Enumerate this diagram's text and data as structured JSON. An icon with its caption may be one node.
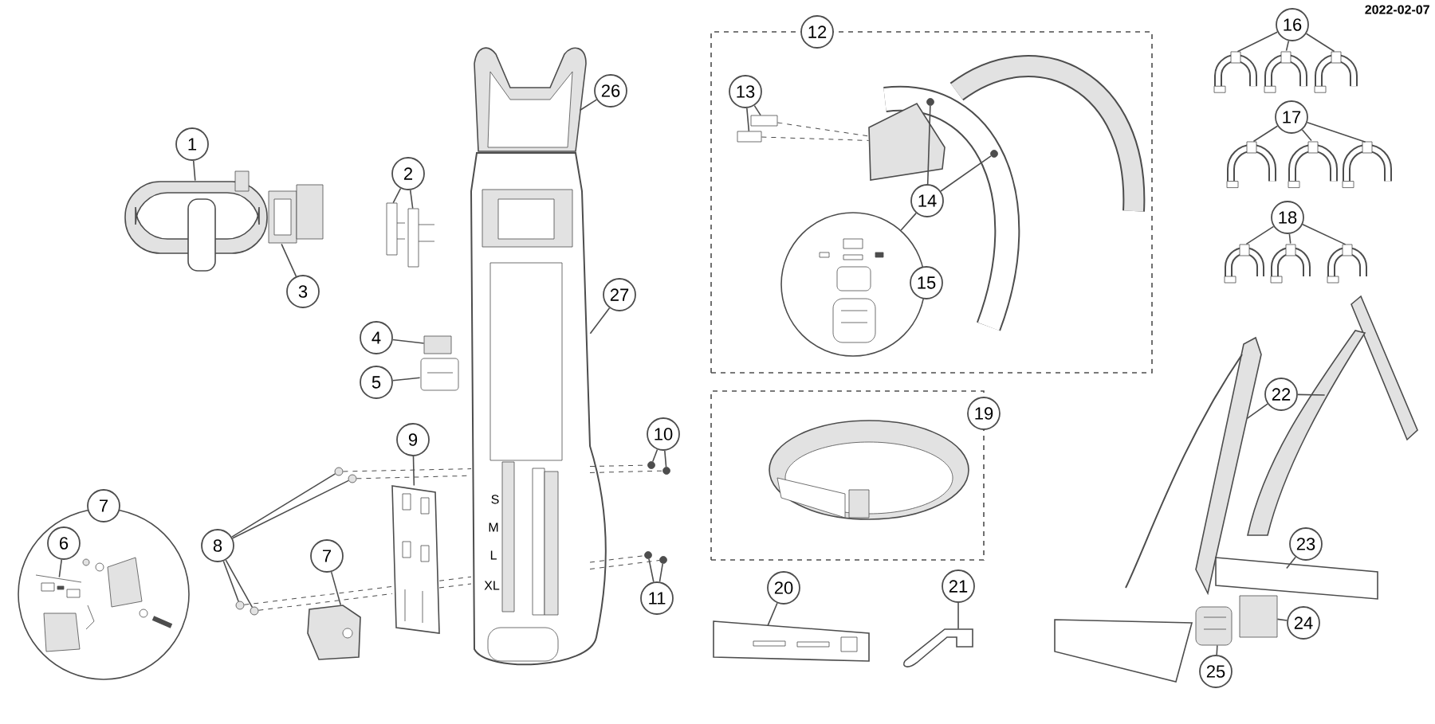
{
  "diagram": {
    "nodes": [
      {
        "text": [
          "1"
        ]
      },
      {
        "text": [
          "2"
        ]
      },
      {
        "text": [
          "3"
        ]
      },
      {
        "text": [
          "4"
        ]
      },
      {
        "text": [
          "5"
        ]
      },
      {
        "text": [],
        "shape": "circle"
      },
      {
        "text": [
          "6"
        ],
        "in": 5
      },
      {
        "text": [
          "7"
        ]
      },
      {
        "text": [
          "7"
        ]
      },
      {
        "text": [
          "8"
        ]
      },
      {
        "text": [
          "9"
        ]
      },
      {
        "text": [
          "10"
        ]
      },
      {
        "text": [
          "11"
        ]
      },
      {
        "text": [],
        "shape": "box"
      },
      {
        "text": [
          "12"
        ]
      },
      {
        "text": [
          "13"
        ],
        "in": 13
      },
      {
        "text": [
          "14"
        ],
        "in": 13
      },
      {
        "text": [],
        "shape": "circle",
        "in": 13
      },
      {
        "text": [
          "15"
        ],
        "in": 13
      },
      {
        "text": [
          "16"
        ]
      },
      {
        "text": [
          "17"
        ]
      },
      {
        "text": [
          "18"
        ]
      },
      {
        "text": [],
        "shape": "box"
      },
      {
        "text": [
          "19"
        ]
      },
      {
        "text": [
          "20"
        ]
      },
      {
        "text": [
          "21"
        ]
      },
      {
        "text": [
          "22"
        ]
      },
      {
        "text": [
          "23"
        ]
      },
      {
        "text": [
          "24"
        ]
      },
      {
        "text": [
          "25"
        ]
      },
      {
        "text": [
          "26"
        ]
      },
      {
        "text": [
          "27"
        ]
      },
      {
        "text": [],
        "shape": "picture"
      },
      {
        "text": [],
        "shape": "picture"
      },
      {
        "text": [],
        "shape": "picture"
      },
      {
        "text": [],
        "shape": "picture"
      },
      {
        "text": [],
        "shape": "box"
      },
      {
        "text": [],
        "shape": "picture"
      },
      {
        "text": [],
        "shape": "picture",
        "in": 5
      },
      {
        "text": [],
        "shape": "picture"
      },
      {
        "text": [],
        "shape": "circle"
      },
      {
        "text": [],
        "shape": "circle"
      },
      {
        "text": [],
        "shape": "circle"
      },
      {
        "text": [],
        "shape": "circle"
      },
      {
        "text": [],
        "shape": "picture"
      },
      {
        "text": [],
        "shape": "circle"
      },
      {
        "text": [],
        "shape": "circle"
      },
      {
        "text": [],
        "shape": "circle"
      },
      {
        "text": [],
        "shape": "circle"
      },
      {
        "text": [],
        "shape": "box",
        "in": 13
      },
      {
        "text": [],
        "shape": "box",
        "in": 13
      },
      {
        "text": [],
        "shape": "picture",
        "in": 13
      },
      {
        "text": [],
        "shape": "circle",
        "in": 13
      },
      {
        "text": [],
        "shape": "circle",
        "in": 13
      },
      {
        "text": [],
        "shape": "picture"
      },
      {
        "text": [],
        "shape": "picture"
      },
      {
        "text": [],
        "shape": "picture"
      },
      {
        "text": [],
        "shape": "picture"
      },
      {
        "text": [],
        "shape": "picture"
      },
      {
        "text": [],
        "shape": "picture"
      },
      {
        "text": [],
        "shape": "picture"
      },
      {
        "text": [],
        "shape": "picture"
      },
      {
        "text": [],
        "shape": "picture"
      },
      {
        "text": [],
        "shape": "picture"
      },
      {
        "text": [],
        "shape": "picture"
      },
      {
        "text": [],
        "shape": "picture"
      },
      {
        "text": [],
        "shape": "box"
      },
      {
        "text": [],
        "shape": "picture"
      },
      {
        "text": [],
        "shape": "picture"
      },
      {
        "text": [],
        "shape": "picture"
      },
      {
        "text": [],
        "shape": "picture"
      },
      {
        "text": [],
        "shape": "picture"
      }
    ],
    "edges": [
      {
        "from": 0,
        "to": 32,
        "arrow": "none"
      },
      {
        "from": 1,
        "to": 34,
        "arrow": "none"
      },
      {
        "from": 1,
        "to": 35,
        "arrow": "none"
      },
      {
        "from": 2,
        "to": 33,
        "arrow": "none"
      },
      {
        "from": 3,
        "to": 36,
        "arrow": "none"
      },
      {
        "from": 4,
        "to": 37,
        "arrow": "none"
      },
      {
        "from": 6,
        "to": 38,
        "arrow": "none"
      },
      {
        "from": 8,
        "to": 39,
        "arrow": "none"
      },
      {
        "from": 9,
        "to": 40,
        "arrow": "none"
      },
      {
        "from": 9,
        "to": 41,
        "arrow": "none"
      },
      {
        "from": 9,
        "to": 42,
        "arrow": "none"
      },
      {
        "from": 9,
        "to": 43,
        "arrow": "none"
      },
      {
        "from": 10,
        "to": 44,
        "arrow": "none"
      },
      {
        "from": 11,
        "to": 45,
        "arrow": "none"
      },
      {
        "from": 11,
        "to": 46,
        "arrow": "none"
      },
      {
        "from": 12,
        "to": 47,
        "arrow": "none"
      },
      {
        "from": 12,
        "to": 48,
        "arrow": "none"
      },
      {
        "from": 15,
        "to": 49,
        "arrow": "none"
      },
      {
        "from": 15,
        "to": 50,
        "arrow": "none"
      },
      {
        "from": 16,
        "to": 52,
        "arrow": "none"
      },
      {
        "from": 16,
        "to": 53,
        "arrow": "none"
      },
      {
        "from": 16,
        "to": 17,
        "arrow": "none"
      },
      {
        "from": 19,
        "to": 54,
        "arrow": "none"
      },
      {
        "from": 19,
        "to": 55,
        "arrow": "none"
      },
      {
        "from": 19,
        "to": 56,
        "arrow": "none"
      },
      {
        "from": 20,
        "to": 57,
        "arrow": "none"
      },
      {
        "from": 20,
        "to": 58,
        "arrow": "none"
      },
      {
        "from": 20,
        "to": 59,
        "arrow": "none"
      },
      {
        "from": 21,
        "to": 60,
        "arrow": "none"
      },
      {
        "from": 21,
        "to": 61,
        "arrow": "none"
      },
      {
        "from": 21,
        "to": 62,
        "arrow": "none"
      },
      {
        "from": 26,
        "to": 63,
        "arrow": "none"
      },
      {
        "from": 26,
        "to": 64,
        "arrow": "none"
      },
      {
        "from": 27,
        "to": 65,
        "arrow": "none"
      },
      {
        "from": 28,
        "to": 66,
        "arrow": "none"
      },
      {
        "from": 29,
        "to": 67,
        "arrow": "none"
      },
      {
        "from": 30,
        "to": 70,
        "arrow": "none"
      },
      {
        "from": 31,
        "to": 71,
        "arrow": "none"
      },
      {
        "from": 24,
        "to": 68,
        "arrow": "none"
      },
      {
        "from": 25,
        "to": 69,
        "arrow": "none"
      },
      {
        "from": 49,
        "to": 51,
        "arrow": "none",
        "style": "dashed"
      },
      {
        "from": 50,
        "to": 51,
        "arrow": "none",
        "style": "dashed"
      },
      {
        "from": 40,
        "to": 71,
        "arrow": "none",
        "style": "dashed"
      },
      {
        "from": 71,
        "to": 45,
        "arrow": "none",
        "style": "dashed"
      },
      {
        "from": 41,
        "to": 71,
        "arrow": "none",
        "style": "dashed"
      },
      {
        "from": 71,
        "to": 46,
        "arrow": "none",
        "style": "dashed"
      },
      {
        "from": 42,
        "to": 44,
        "arrow": "none",
        "style": "dashed"
      },
      {
        "from": 44,
        "to": 71,
        "arrow": "none",
        "style": "dashed"
      },
      {
        "from": 71,
        "to": 47,
        "arrow": "none",
        "style": "dashed"
      },
      {
        "from": 43,
        "to": 44,
        "arrow": "none",
        "style": "dashed"
      },
      {
        "from": 44,
        "to": 71,
        "arrow": "none",
        "style": "dashed"
      },
      {
        "from": 71,
        "to": 48,
        "arrow": "none",
        "style": "dashed"
      }
    ],
    "labels": [
      "2022-02-07",
      "S",
      "M",
      "L",
      "XL"
    ]
  }
}
